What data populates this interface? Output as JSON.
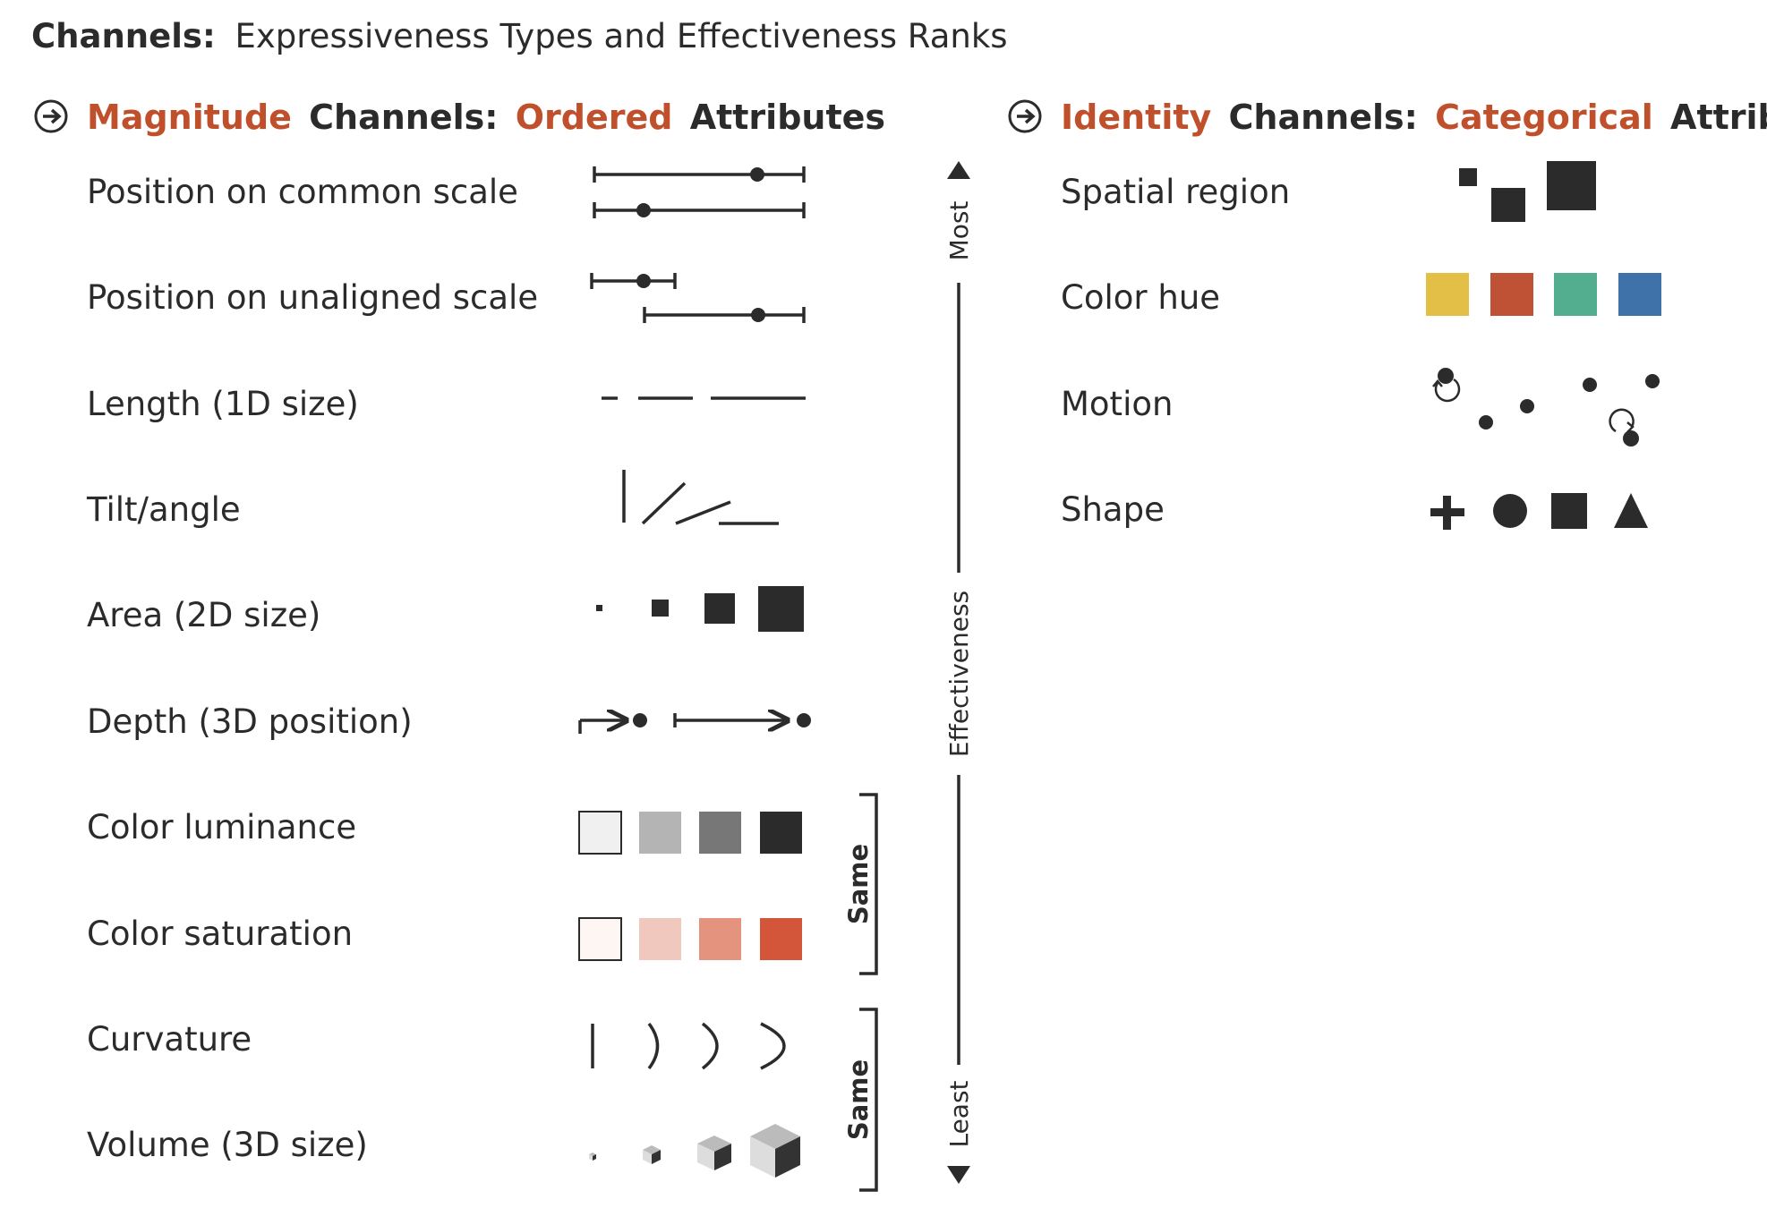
{
  "title": {
    "bold": "Channels:",
    "rest": "Expressiveness Types and Effectiveness Ranks"
  },
  "magnitude": {
    "header": {
      "w1": "Magnitude",
      "w2": "Channels:",
      "w3": "Ordered",
      "w4": "Attributes"
    },
    "rows": [
      {
        "label": "Position on common scale"
      },
      {
        "label": "Position on unaligned scale"
      },
      {
        "label": "Length (1D size)"
      },
      {
        "label": "Tilt/angle"
      },
      {
        "label": "Area (2D size)"
      },
      {
        "label": "Depth (3D position)"
      },
      {
        "label": "Color luminance"
      },
      {
        "label": "Color saturation"
      },
      {
        "label": "Curvature"
      },
      {
        "label": "Volume (3D size)"
      }
    ]
  },
  "identity": {
    "header": {
      "w1": "Identity",
      "w2": "Channels:",
      "w3": "Categorical",
      "w4": "Attributes"
    },
    "rows": [
      {
        "label": "Spatial region"
      },
      {
        "label": "Color hue"
      },
      {
        "label": "Motion"
      },
      {
        "label": "Shape"
      }
    ]
  },
  "effectiveness_axis": {
    "top": "Most",
    "middle": "Effectiveness",
    "bottom": "Least"
  },
  "same_brackets": [
    "Same",
    "Same"
  ],
  "colors": {
    "accent": "#c0502c",
    "ink": "#2b2b2b",
    "luminance": [
      "#f0f0f0",
      "#b4b4b4",
      "#777777",
      "#2b2b2b"
    ],
    "saturation": [
      "#fdf6f3",
      "#f1c8be",
      "#e4937f",
      "#d3563a"
    ],
    "hue": [
      "#e3bf48",
      "#bf5234",
      "#52ae8e",
      "#3f72a8"
    ]
  },
  "icons": [
    "circle-arrow-icon",
    "circle-arrow-icon"
  ]
}
